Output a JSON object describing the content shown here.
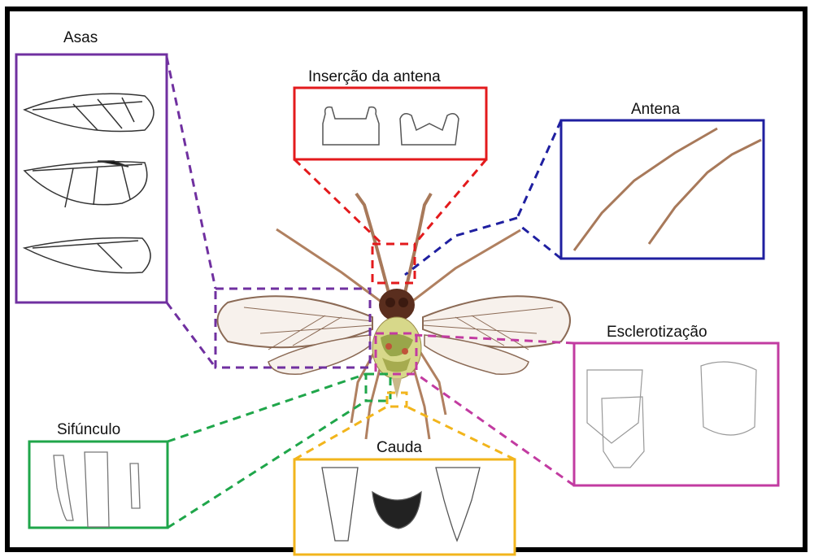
{
  "labels": {
    "asas": "Asas",
    "insercao": "Inserção da antena",
    "antena": "Antena",
    "esclerotizacao": "Esclerotização",
    "sifunculo": "Sifúnculo",
    "cauda": "Cauda"
  },
  "colors": {
    "asas": "#7030a0",
    "insercao": "#e31a1c",
    "antena": "#1f1fa0",
    "esclerotizacao": "#c23ba1",
    "sifunculo": "#1fa64a",
    "cauda": "#f2b51c",
    "frame": "#000000"
  }
}
